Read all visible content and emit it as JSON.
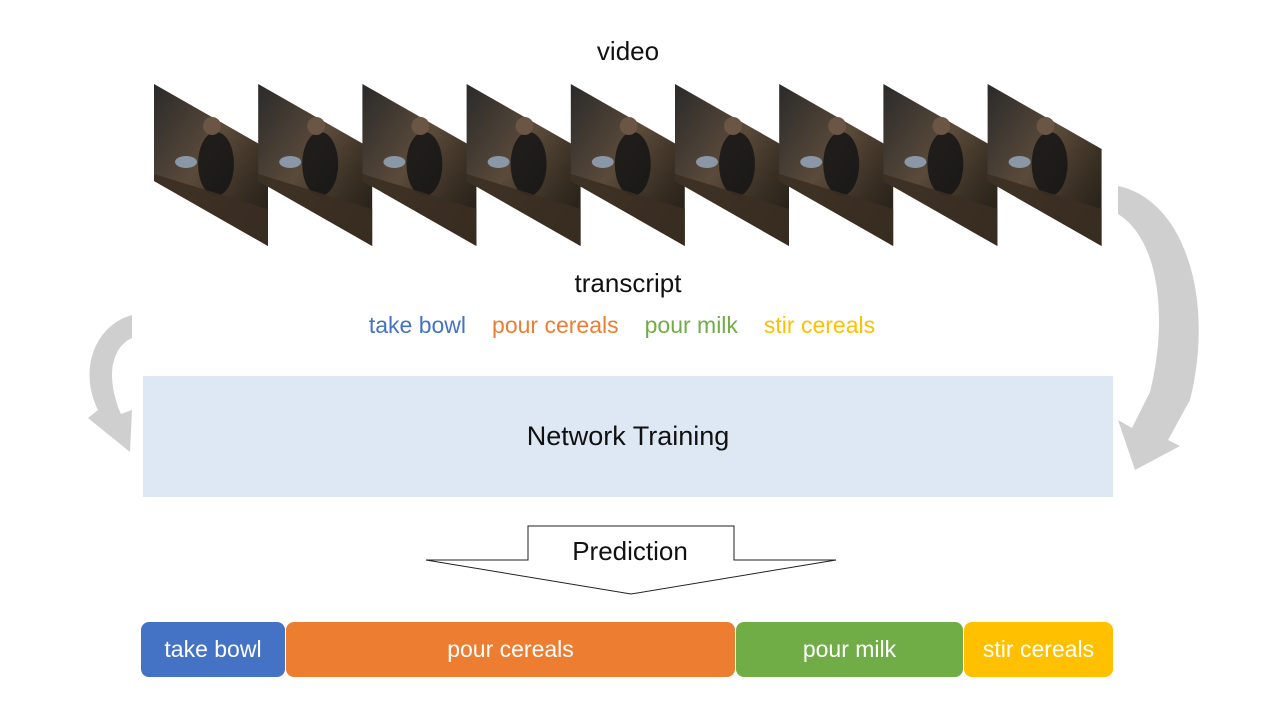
{
  "video_label": "video",
  "transcript_label": "transcript",
  "network_label": "Network Training",
  "prediction_label": "Prediction",
  "transcript": [
    {
      "label": "take bowl",
      "color": "#4472c4"
    },
    {
      "label": "pour cereals",
      "color": "#ed7d31"
    },
    {
      "label": "pour milk",
      "color": "#70ad47"
    },
    {
      "label": "stir cereals",
      "color": "#ffc000"
    }
  ],
  "segments": [
    {
      "label": "take bowl",
      "color": "#4472c4"
    },
    {
      "label": "pour cereals",
      "color": "#ed7d31"
    },
    {
      "label": "pour milk",
      "color": "#70ad47"
    },
    {
      "label": "stir cereals",
      "color": "#ffc000"
    }
  ],
  "frame_count": 9
}
